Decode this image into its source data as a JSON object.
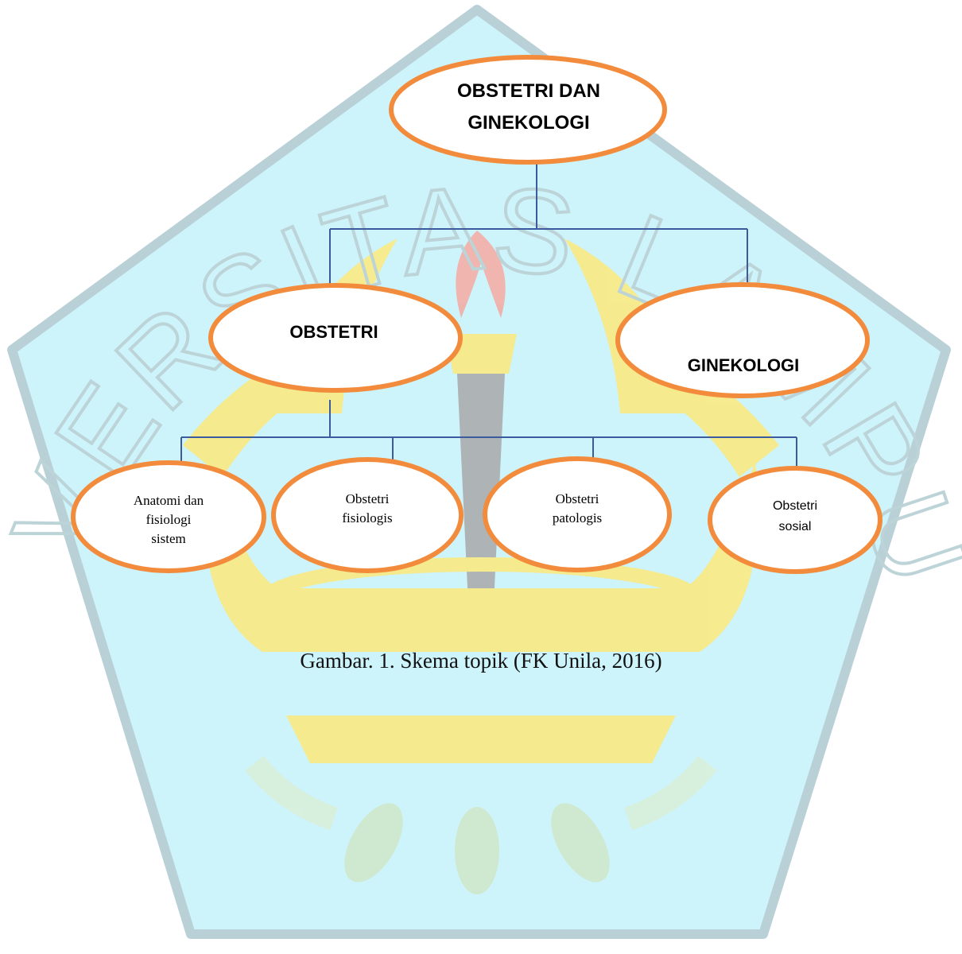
{
  "diagram": {
    "root": {
      "label_line1": "OBSTETRI DAN",
      "label_line2": "GINEKOLOGI"
    },
    "branches": [
      {
        "label": "OBSTETRI"
      },
      {
        "label": "GINEKOLOGI"
      }
    ],
    "leaves": [
      {
        "label_line1": "Anatomi dan",
        "label_line2": "fisiologi",
        "label_line3": "sistem"
      },
      {
        "label_line1": "Obstetri",
        "label_line2": "fisiologis"
      },
      {
        "label_line1": "Obstetri",
        "label_line2": "patologis"
      },
      {
        "label_line1": "Obstetri",
        "label_line2": "sosial"
      }
    ]
  },
  "caption": "Gambar. 1. Skema topik (FK Unila, 2016)",
  "watermark": {
    "text": "UNIVERSITAS LAMPUNG",
    "background_color": "#cdf3fb",
    "outline_color": "#b8d0d6",
    "emblem_color": "#fde97a",
    "emblem_outline_color": "#f7c98b"
  },
  "colors": {
    "node_border": "#f28c3c",
    "connector": "#3c5a9e"
  }
}
